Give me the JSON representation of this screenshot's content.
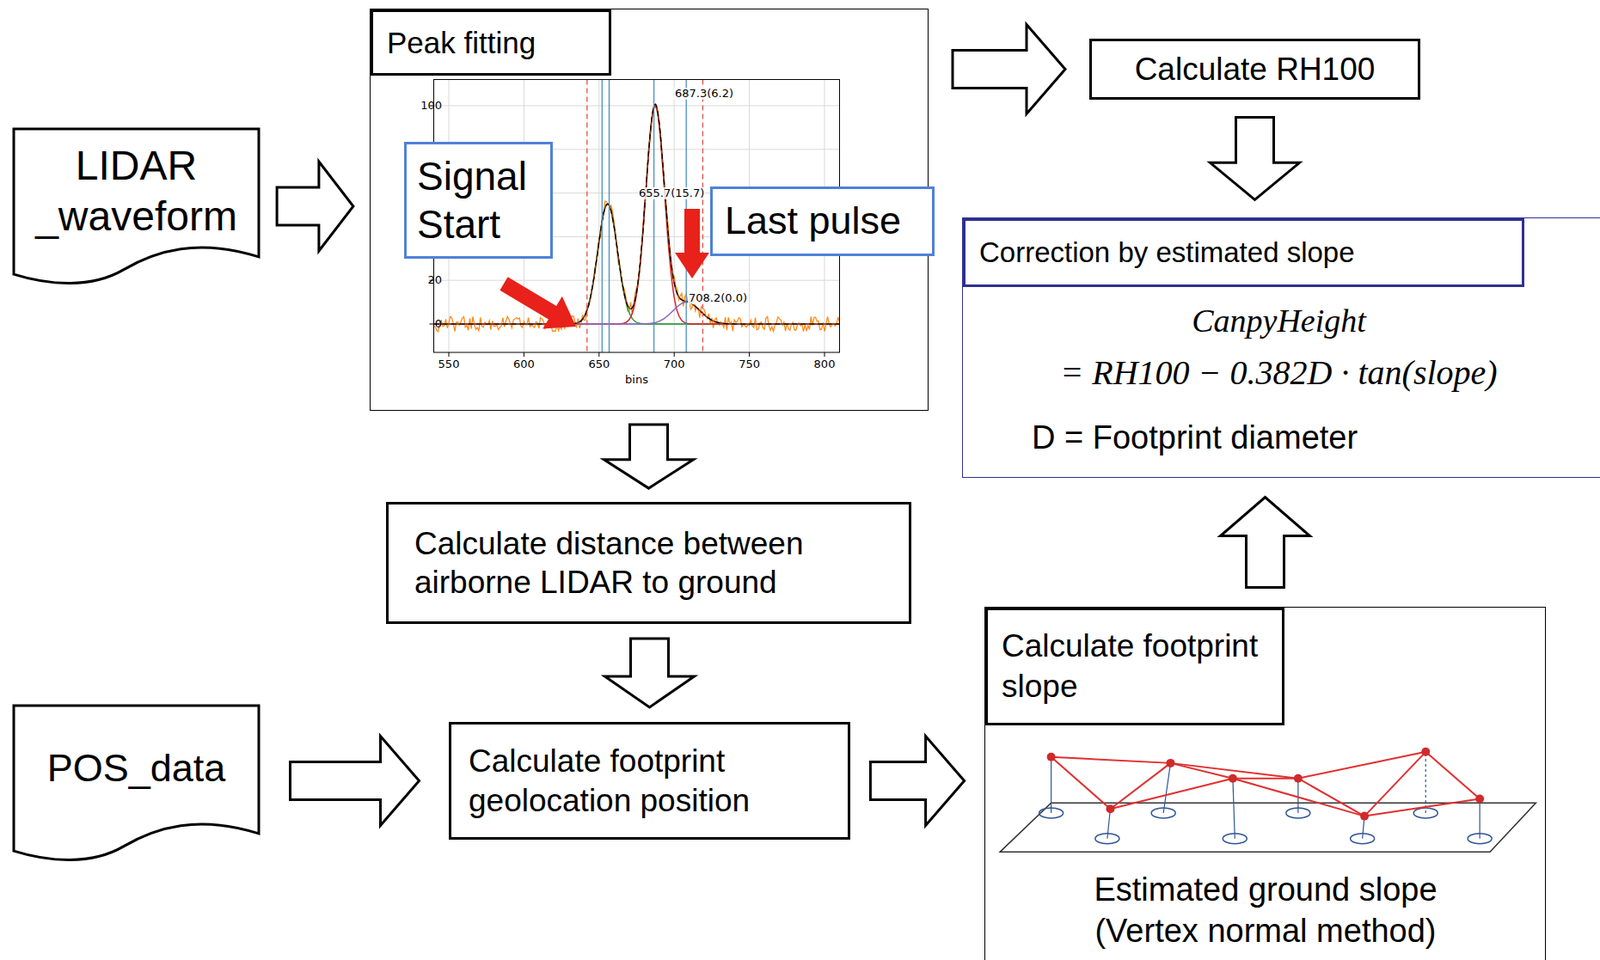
{
  "diagram": {
    "nodes": [
      {
        "text": [
          "LIDAR _waveform"
        ]
      },
      {
        "text": [
          "Peak fitting"
        ]
      },
      {
        "text": [
          "Signal Start"
        ],
        "in": 1
      },
      {
        "text": [
          "Last pulse"
        ],
        "in": 1
      },
      {
        "text": [
          "Calculate RH100"
        ]
      },
      {
        "text": [
          "Correction by estimated slope",
          "CanpyHeight",
          "= RH100 − 0.382D · tan(slope)",
          "D = Footprint diameter"
        ]
      },
      {
        "text": [
          "Calculate distance between airborne LIDAR to ground"
        ]
      },
      {
        "text": [
          "POS_data"
        ]
      },
      {
        "text": [
          "Calculate footprint geolocation position"
        ]
      },
      {
        "text": [
          "Calculate footprint slope",
          "Estimated ground slope (Vertex normal method)"
        ]
      }
    ],
    "edges": [
      {
        "from": 0,
        "to": 1,
        "arrow": "to"
      },
      {
        "from": 1,
        "to": 4,
        "arrow": "to"
      },
      {
        "from": 4,
        "to": 5,
        "arrow": "to"
      },
      {
        "from": 1,
        "to": 6,
        "arrow": "to"
      },
      {
        "from": 6,
        "to": 8,
        "arrow": "to"
      },
      {
        "from": 7,
        "to": 8,
        "arrow": "to"
      },
      {
        "from": 8,
        "to": 9,
        "arrow": "to"
      },
      {
        "from": 9,
        "to": 5,
        "arrow": "to"
      }
    ],
    "labels": [
      "100",
      "20",
      "0",
      "550",
      "600",
      "650",
      "700",
      "750",
      "800",
      "bins",
      "655.7(15.7)",
      "687.3(6.2)",
      "708.2(0.0)"
    ]
  }
}
